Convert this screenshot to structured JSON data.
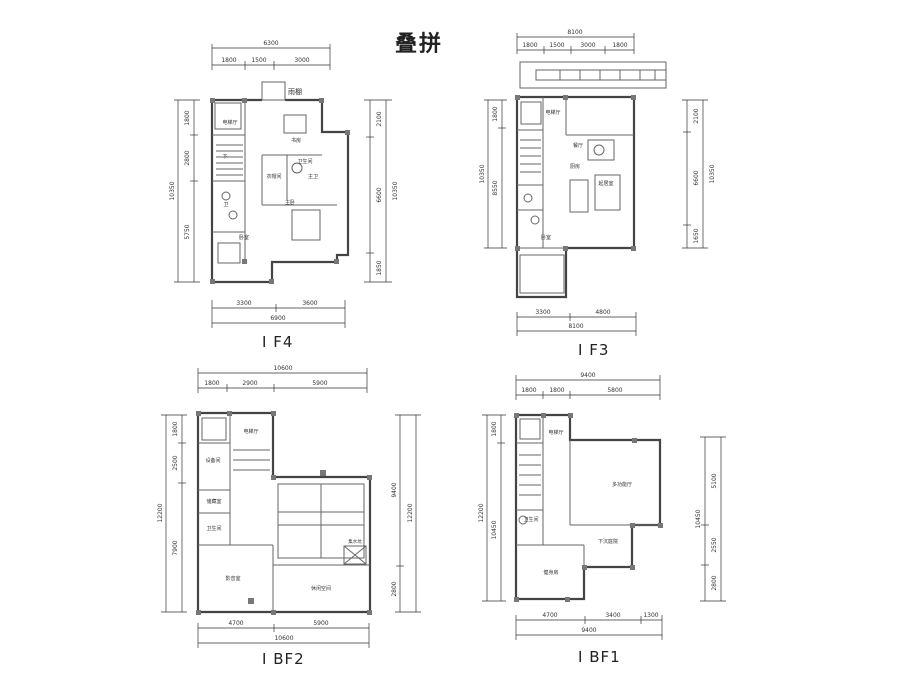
{
  "title": "叠拼",
  "plans": [
    {
      "id": "f4",
      "label": "I F4",
      "top_dims": [
        "6300",
        "1800",
        "1500",
        "3000"
      ],
      "bottom_dims": [
        "3300",
        "3600",
        "6900"
      ],
      "left_dims": [
        "1800",
        "2800",
        "5750",
        "10350"
      ],
      "right_dims": [
        "2100",
        "6600",
        "1850",
        "10350"
      ],
      "rooms": [
        "雨棚",
        "电梯厅",
        "书房",
        "下",
        "卫生间",
        "主卫",
        "衣帽间",
        "主卧",
        "卧室",
        "卫"
      ]
    },
    {
      "id": "f3",
      "label": "I F3",
      "top_dims": [
        "8100",
        "1800",
        "1500",
        "3000",
        "1800"
      ],
      "bottom_dims": [
        "3300",
        "4800",
        "8100"
      ],
      "left_dims": [
        "1800",
        "8550",
        "10350"
      ],
      "right_dims": [
        "2100",
        "6600",
        "1650",
        "10350"
      ],
      "rooms": [
        "电梯厅",
        "餐厅",
        "厨房",
        "起居室",
        "卧室"
      ]
    },
    {
      "id": "bf2",
      "label": "I BF2",
      "top_dims": [
        "10600",
        "1800",
        "2900",
        "5900"
      ],
      "bottom_dims": [
        "4700",
        "5900",
        "10600"
      ],
      "left_dims": [
        "1800",
        "2500",
        "7900",
        "12200"
      ],
      "right_dims": [
        "9400",
        "2800",
        "12200"
      ],
      "rooms": [
        "电梯厅",
        "设备间",
        "储藏室",
        "卫生间",
        "影音室",
        "休闲空间",
        "集水坑"
      ]
    },
    {
      "id": "bf1",
      "label": "I BF1",
      "top_dims": [
        "9400",
        "1800",
        "1800",
        "5800"
      ],
      "bottom_dims": [
        "4700",
        "3400",
        "1300",
        "9400"
      ],
      "left_dims": [
        "1800",
        "10450",
        "12200"
      ],
      "right_dims": [
        "5100",
        "2550",
        "2800",
        "10450"
      ],
      "rooms": [
        "电梯厅",
        "多功能厅",
        "卫生间",
        "下沉庭院",
        "健身房"
      ]
    }
  ]
}
